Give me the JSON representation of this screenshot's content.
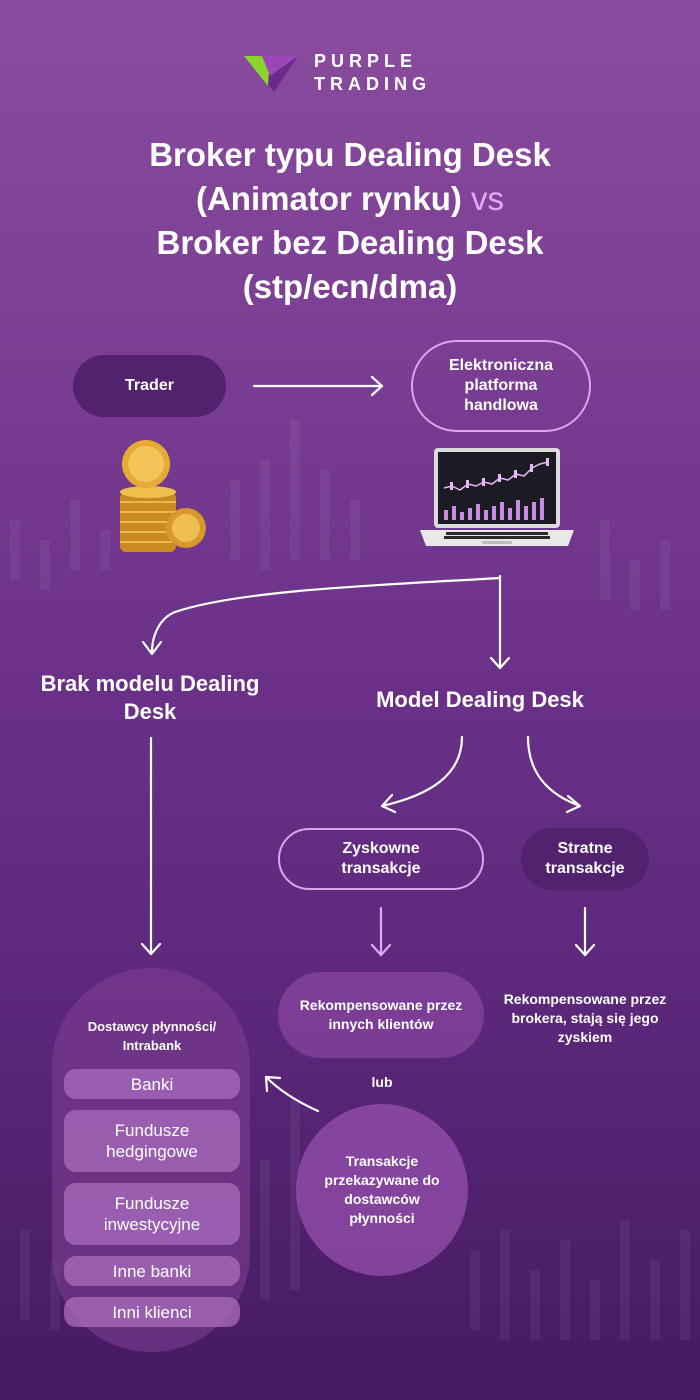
{
  "logo": {
    "line1": "PURPLE",
    "line2": "TRADING",
    "icon": "purple-trading-logo-mark",
    "colors": {
      "green": "#8bd42d",
      "purple": "#6b2a8c"
    }
  },
  "title": {
    "line1": "Broker typu Dealing Desk",
    "line2a": "(Animator rynku)",
    "vs": "vs",
    "line3": "Broker bez Dealing Desk",
    "line4": "(stp/ecn/dma)"
  },
  "flow": {
    "trader": "Trader",
    "platform": "Elektroniczna platforma handlowa",
    "no_dd": "Brak modelu Dealing Desk",
    "dd_model": "Model Dealing Desk",
    "profitable": "Zyskowne transakcje",
    "losing": "Stratne transakcje",
    "comp_clients": "Rekompensowane przez innych klientów",
    "comp_broker": "Rekompensowane przez brokera, stają się jego zyskiem",
    "or": "lub",
    "passed_to_lp": "Transakcje przekazywane do dostawców płynności"
  },
  "liquidity": {
    "title": "Dostawcy płynności/ Intrabank",
    "items": [
      "Banki",
      "Fundusze hedgingowe",
      "Fundusze inwestycyjne",
      "Inne banki",
      "Inni klienci"
    ]
  },
  "icons": {
    "coins": "gold-coins-icon",
    "laptop": "laptop-trading-chart-icon"
  },
  "colors": {
    "background_top": "#8a4c9e",
    "background_bottom": "#451a60",
    "accent": "#e2a8f5",
    "dark_pill": "#52226e",
    "outline": "#d9a6ee",
    "coin": "#e0a93a"
  }
}
